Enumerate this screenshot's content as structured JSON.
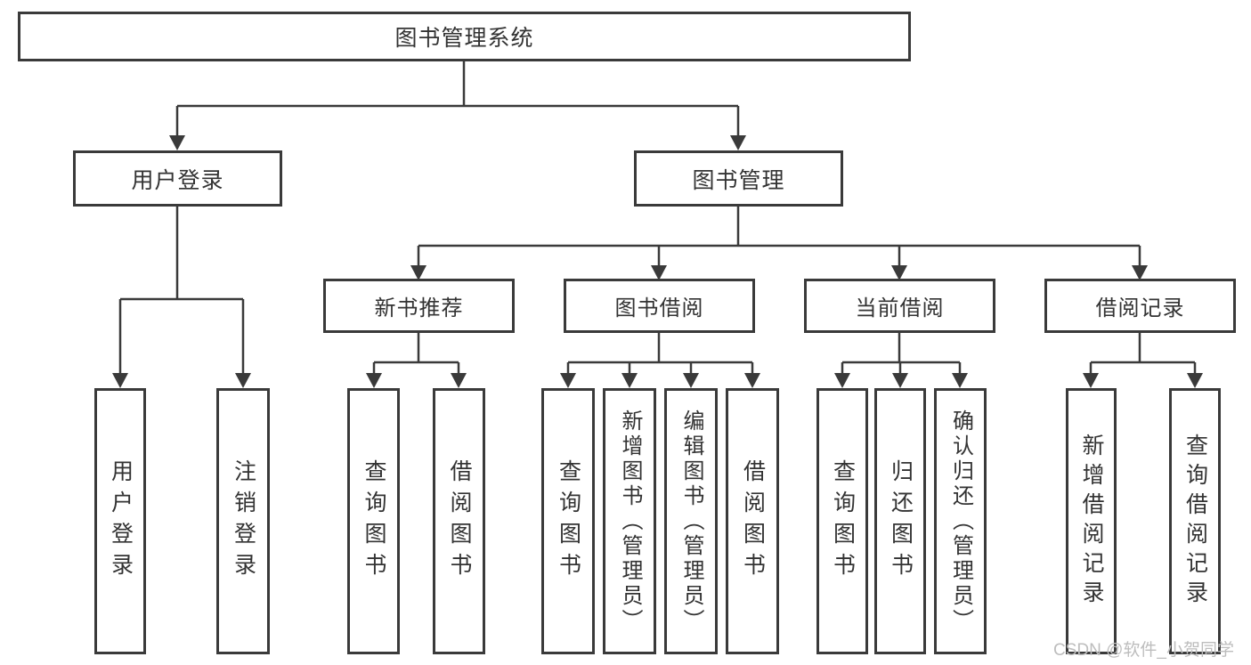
{
  "diagram": {
    "root": {
      "label": "图书管理系统"
    },
    "user_login": {
      "label": "用户登录",
      "children": [
        {
          "label": "用户登录"
        },
        {
          "label": "注销登录"
        }
      ]
    },
    "book_mgmt": {
      "label": "图书管理",
      "sections": [
        {
          "label": "新书推荐",
          "children": [
            {
              "label": "查询图书"
            },
            {
              "label": "借阅图书"
            }
          ]
        },
        {
          "label": "图书借阅",
          "children": [
            {
              "label": "查询图书"
            },
            {
              "label": "新增图书（管理员）"
            },
            {
              "label": "编辑图书（管理员）"
            },
            {
              "label": "借阅图书"
            }
          ]
        },
        {
          "label": "当前借阅",
          "children": [
            {
              "label": "查询图书"
            },
            {
              "label": "归还图书"
            },
            {
              "label": "确认归还（管理员）"
            }
          ]
        },
        {
          "label": "借阅记录",
          "children": [
            {
              "label": "新增借阅记录"
            },
            {
              "label": "查询借阅记录"
            }
          ]
        }
      ]
    },
    "watermark": "CSDN @软件_小贺同学",
    "colors": {
      "line": "#3a3a3a",
      "text": "#333333",
      "box_background": "#ffffff",
      "watermark": "#bdbdbd",
      "background": "#ffffff"
    }
  }
}
